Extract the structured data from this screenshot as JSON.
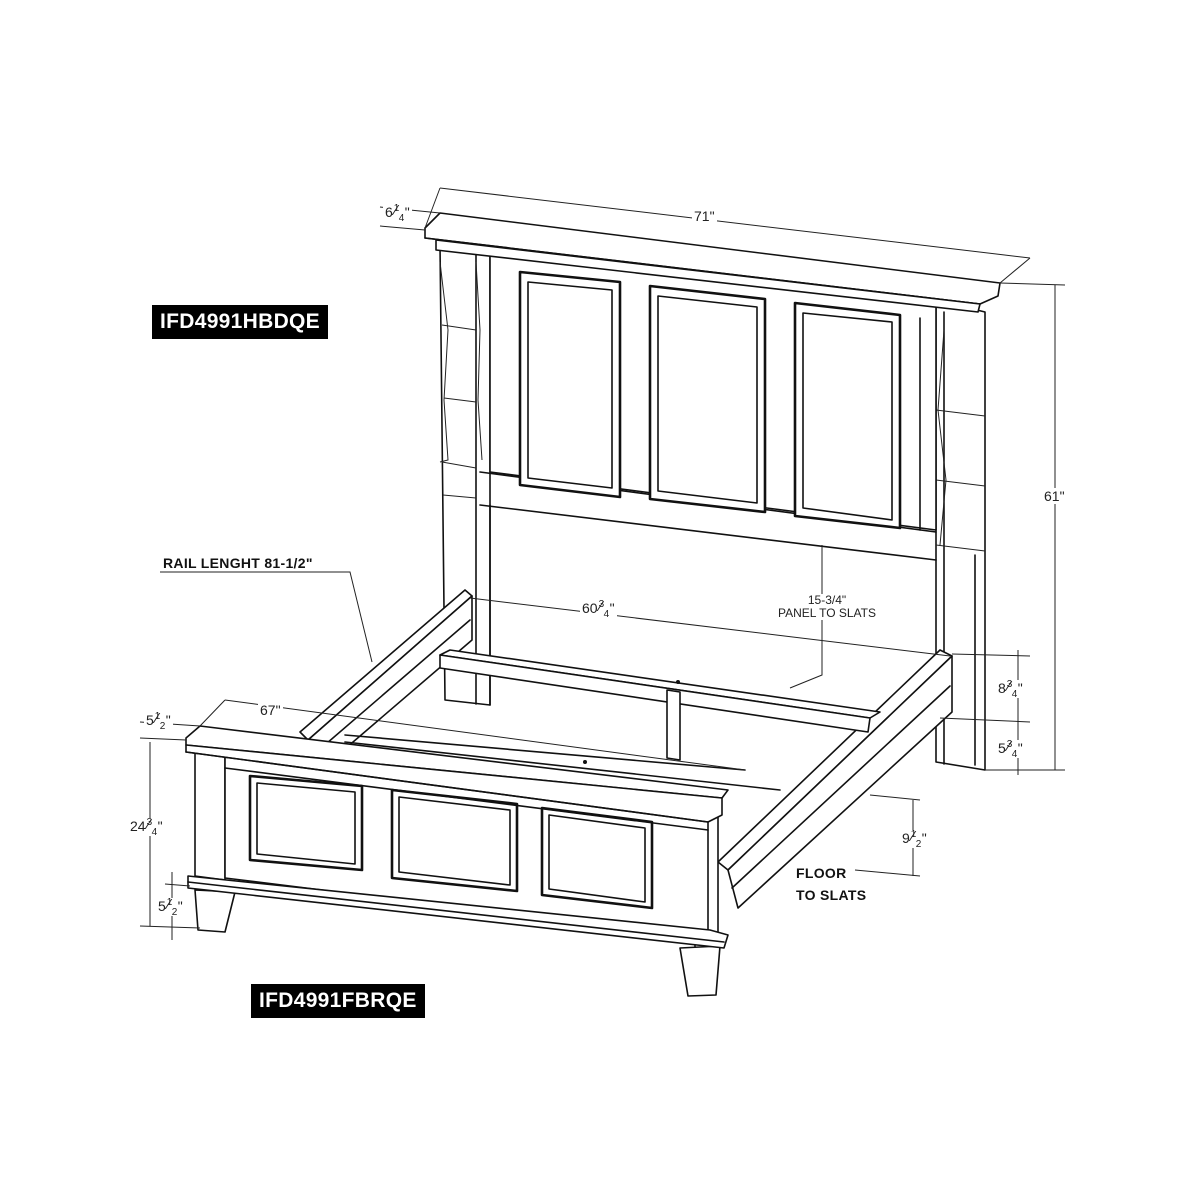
{
  "headboard": {
    "sku": "IFD4991HBDQE",
    "dimensions": {
      "width": "71\"",
      "depth_whole": "6",
      "depth_num": "1",
      "depth_den": "4",
      "height": "61\""
    }
  },
  "footboard": {
    "sku": "IFD4991FBRQE",
    "dimensions": {
      "width": "67\"",
      "depth_whole": "5",
      "depth_num": "1",
      "depth_den": "2",
      "height_whole": "24",
      "height_num": "3",
      "height_den": "4",
      "foot_whole": "5",
      "foot_num": "1",
      "foot_den": "2"
    }
  },
  "rails": {
    "callout": "RAIL LENGHT 81-1/2\"",
    "inner_width_whole": "60",
    "inner_width_num": "3",
    "inner_width_den": "4",
    "rail_height_whole": "8",
    "rail_height_num": "3",
    "rail_height_den": "4",
    "rail_offset_whole": "5",
    "rail_offset_num": "3",
    "rail_offset_den": "4",
    "panel_to_slats_value": "15-3/4\"",
    "panel_to_slats_label": "PANEL TO SLATS",
    "floor_to_slats_whole": "9",
    "floor_to_slats_num": "1",
    "floor_to_slats_den": "2",
    "floor_to_slats_label_line1": "FLOOR",
    "floor_to_slats_label_line2": "TO SLATS"
  },
  "symbols": {
    "inch": "\"",
    "slash": "⁄"
  }
}
